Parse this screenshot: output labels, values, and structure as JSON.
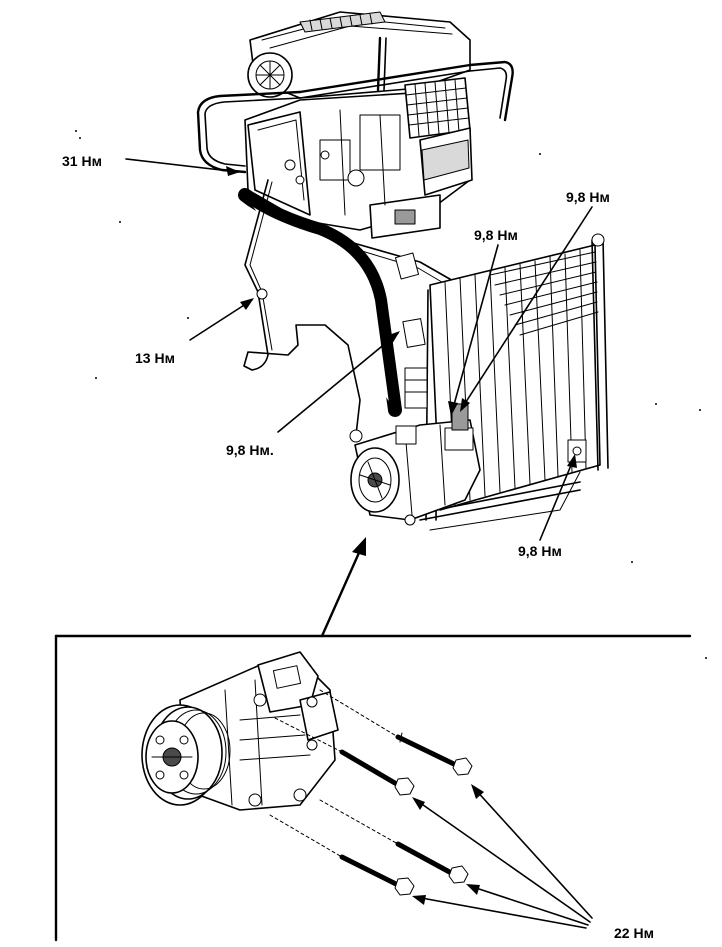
{
  "labels": {
    "torque_31": "31 Нм",
    "torque_13": "13 Нм",
    "torque_98_mid": "9,8 Нм.",
    "torque_98_top_center": "9,8 Нм",
    "torque_98_top_right": "9,8 Нм",
    "torque_98_bottom_right": "9,8 Нм",
    "torque_22": "22 Нм"
  },
  "colors": {
    "ink": "#000000",
    "paper": "#ffffff"
  }
}
